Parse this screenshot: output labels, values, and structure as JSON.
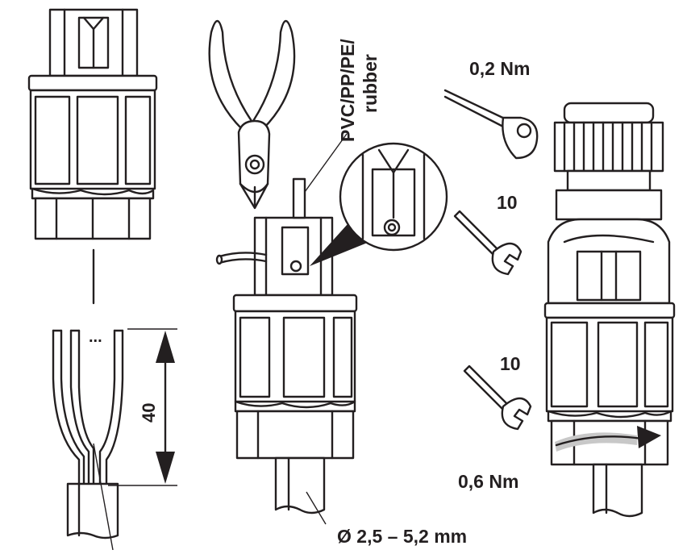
{
  "labels": {
    "torque_top": "0,2 Nm",
    "torque_bottom": "0,6 Nm",
    "wrench_upper": "10",
    "wrench_lower": "10",
    "strip_length": "40",
    "cable_diameter": "Ø 2,5 – 5,2 mm",
    "materials_line1": "PVC/PP/PE/",
    "materials_line2": "rubber",
    "ellipsis": "..."
  },
  "colors": {
    "ink": "#231f20",
    "background": "#ffffff",
    "shade": "#c8c8c8"
  }
}
